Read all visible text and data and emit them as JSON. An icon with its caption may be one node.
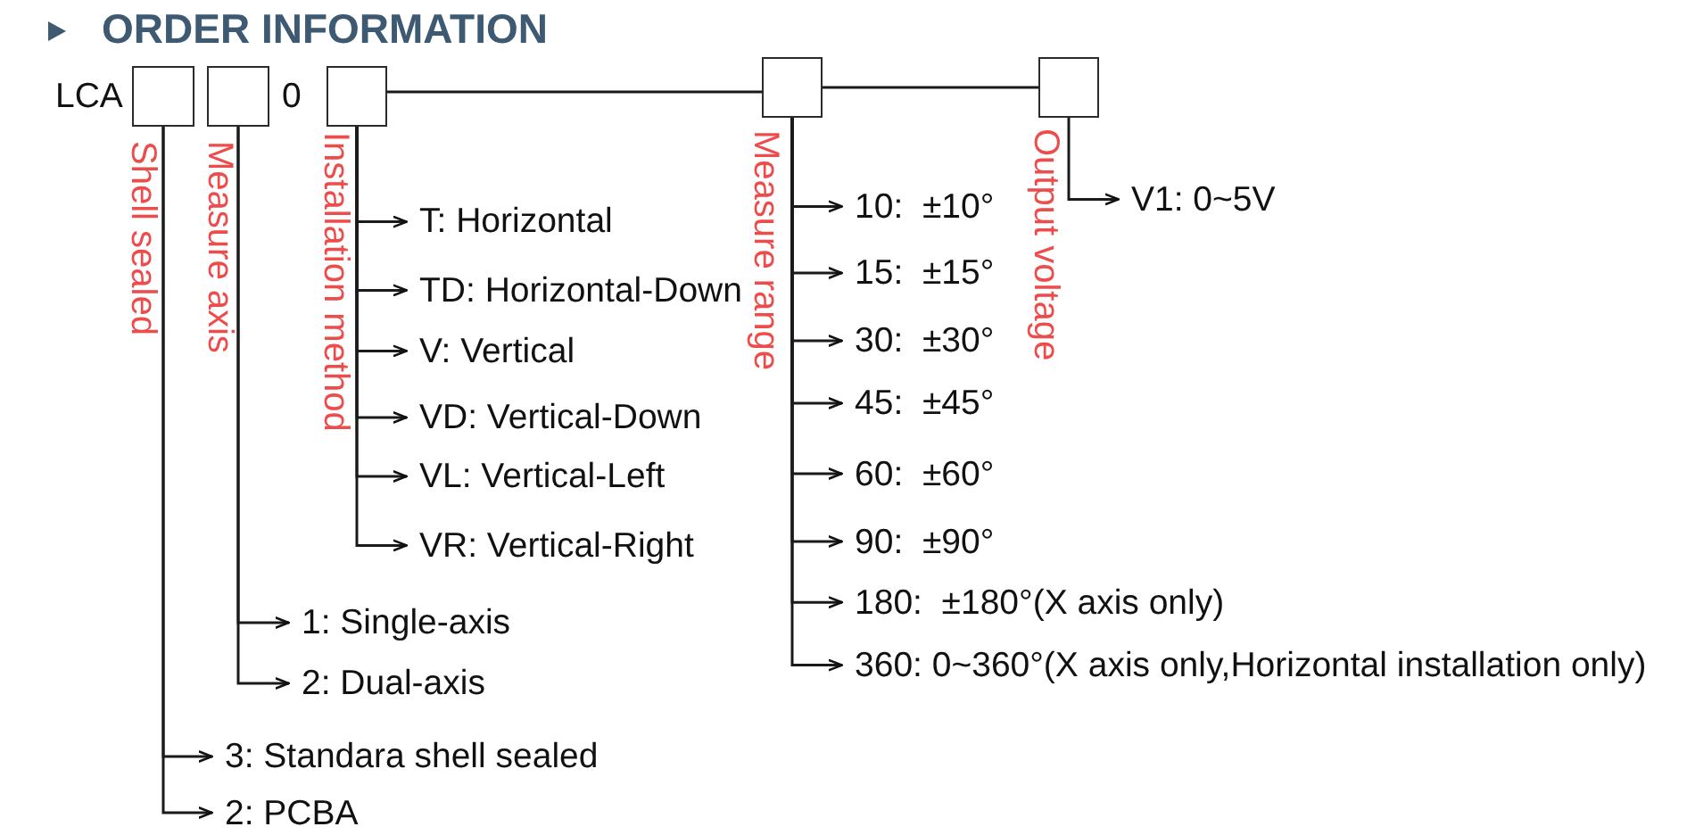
{
  "diagram": {
    "title": "ORDER INFORMATION",
    "nodes": [
      {
        "text": [],
        "shape": "box",
        "beside": [
          "Shell sealed"
        ]
      },
      {
        "text": [],
        "shape": "box",
        "beside": [
          "Measure axis"
        ]
      },
      {
        "text": [],
        "shape": "box",
        "beside": [
          "Installation method"
        ]
      },
      {
        "text": [],
        "shape": "box",
        "beside": [
          "Measure range"
        ]
      },
      {
        "text": [],
        "shape": "box",
        "beside": [
          "Output voltage"
        ]
      },
      {
        "text": [
          "3: Standara shell sealed"
        ]
      },
      {
        "text": [
          "2: PCBA"
        ]
      },
      {
        "text": [
          "1: Single-axis"
        ]
      },
      {
        "text": [
          "2: Dual-axis"
        ]
      },
      {
        "text": [
          "T: Horizontal"
        ]
      },
      {
        "text": [
          "TD: Horizontal-Down"
        ]
      },
      {
        "text": [
          "V: Vertical"
        ]
      },
      {
        "text": [
          "VD: Vertical-Down"
        ]
      },
      {
        "text": [
          "VL: Vertical-Left"
        ]
      },
      {
        "text": [
          "VR: Vertical-Right"
        ]
      },
      {
        "text": [
          "10:  ±10°"
        ]
      },
      {
        "text": [
          "15:  ±15°"
        ]
      },
      {
        "text": [
          "30:  ±30°"
        ]
      },
      {
        "text": [
          "45:  ±45°"
        ]
      },
      {
        "text": [
          "60:  ±60°"
        ]
      },
      {
        "text": [
          "90:  ±90°"
        ]
      },
      {
        "text": [
          "180:  ±180°(X axis only)"
        ]
      },
      {
        "text": [
          "360: 0~360°(X axis only,Horizontal installation only)"
        ]
      },
      {
        "text": [
          "V1: 0~5V"
        ]
      }
    ],
    "edges": [
      {
        "from": 2,
        "to": 3,
        "arrow": "none"
      },
      {
        "from": 3,
        "to": 4,
        "arrow": "none"
      },
      {
        "from": 0,
        "to": 5,
        "arrow": "to"
      },
      {
        "from": 0,
        "to": 6,
        "arrow": "to"
      },
      {
        "from": 1,
        "to": 7,
        "arrow": "to"
      },
      {
        "from": 1,
        "to": 8,
        "arrow": "to"
      },
      {
        "from": 2,
        "to": 9,
        "arrow": "to"
      },
      {
        "from": 2,
        "to": 10,
        "arrow": "to"
      },
      {
        "from": 2,
        "to": 11,
        "arrow": "to"
      },
      {
        "from": 2,
        "to": 12,
        "arrow": "to"
      },
      {
        "from": 2,
        "to": 13,
        "arrow": "to"
      },
      {
        "from": 2,
        "to": 14,
        "arrow": "to"
      },
      {
        "from": 3,
        "to": 15,
        "arrow": "to"
      },
      {
        "from": 3,
        "to": 16,
        "arrow": "to"
      },
      {
        "from": 3,
        "to": 17,
        "arrow": "to"
      },
      {
        "from": 3,
        "to": 18,
        "arrow": "to"
      },
      {
        "from": 3,
        "to": 19,
        "arrow": "to"
      },
      {
        "from": 3,
        "to": 20,
        "arrow": "to"
      },
      {
        "from": 3,
        "to": 21,
        "arrow": "to"
      },
      {
        "from": 3,
        "to": 22,
        "arrow": "to"
      },
      {
        "from": 4,
        "to": 23,
        "arrow": "to"
      }
    ],
    "labels": [
      "LCA",
      "0"
    ]
  }
}
